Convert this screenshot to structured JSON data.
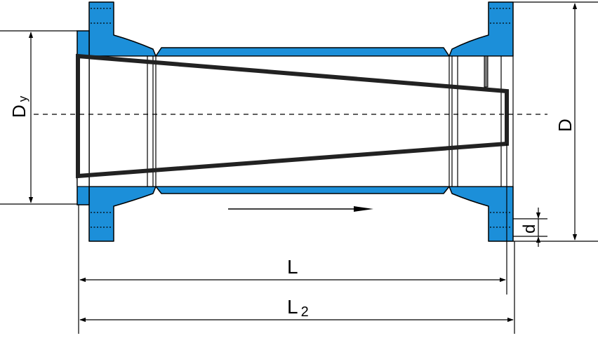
{
  "labels": {
    "dy_main": "D",
    "dy_sub": "y",
    "d_outer": "D",
    "bolt_d": "d",
    "length": "L",
    "length2_main": "L",
    "length2_sub": "2"
  },
  "colors": {
    "body": "#1c8fd9",
    "outline": "#000000",
    "background": "#ffffff"
  }
}
